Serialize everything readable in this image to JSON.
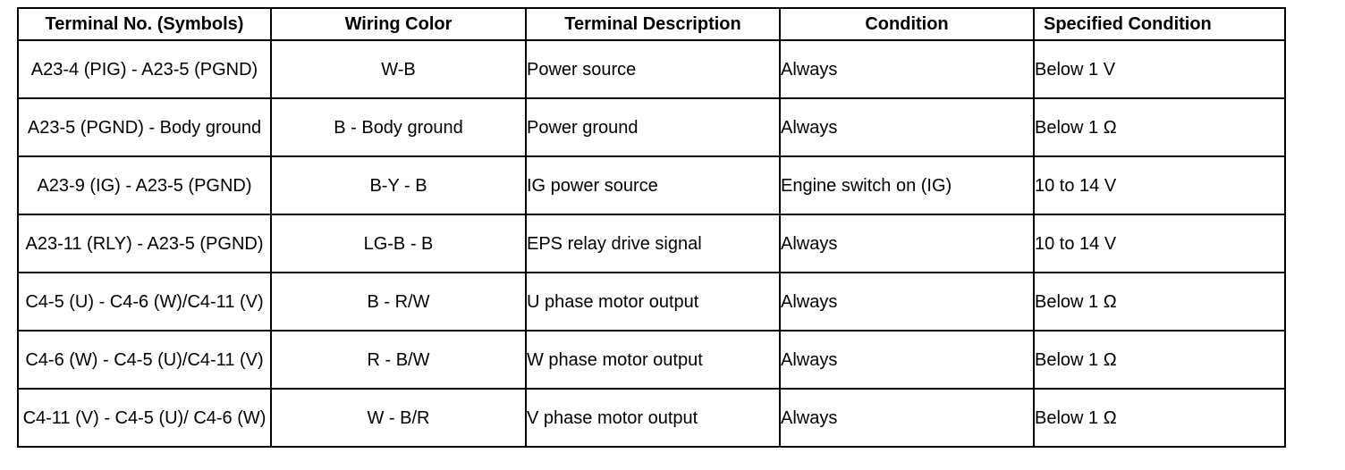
{
  "table": {
    "headers": [
      "Terminal No. (Symbols)",
      "Wiring Color",
      "Terminal Description",
      "Condition",
      "Specified Condition"
    ],
    "rows": [
      [
        "A23-4 (PIG) - A23-5 (PGND)",
        "W-B",
        "Power source",
        "Always",
        "Below 1 V"
      ],
      [
        "A23-5 (PGND) - Body ground",
        "B - Body ground",
        "Power ground",
        "Always",
        "Below 1 Ω"
      ],
      [
        "A23-9 (IG) - A23-5 (PGND)",
        "B-Y - B",
        "IG power source",
        "Engine switch on (IG)",
        "10 to 14 V"
      ],
      [
        "A23-11 (RLY) - A23-5 (PGND)",
        "LG-B - B",
        "EPS relay drive signal",
        "Always",
        "10 to 14 V"
      ],
      [
        "C4-5 (U) - C4-6 (W)/C4-11 (V)",
        "B - R/W",
        "U phase motor output",
        "Always",
        "Below 1 Ω"
      ],
      [
        "C4-6 (W) - C4-5 (U)/C4-11 (V)",
        "R - B/W",
        "W phase motor output",
        "Always",
        "Below 1 Ω"
      ],
      [
        "C4-11 (V) - C4-5 (U)/ C4-6 (W)",
        "W - B/R",
        "V phase motor output",
        "Always",
        "Below 1 Ω"
      ]
    ]
  }
}
